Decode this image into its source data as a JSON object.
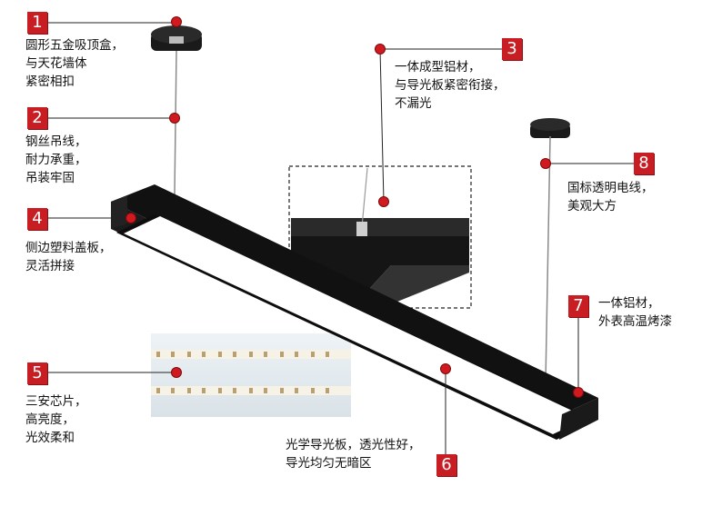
{
  "callouts": [
    {
      "num": "1",
      "text": "圆形五金吸顶盒，\n与天花墙体\n紧密相扣"
    },
    {
      "num": "2",
      "text": "钢丝吊线，\n耐力承重，\n吊装牢固"
    },
    {
      "num": "3",
      "text": "一体成型铝材，\n与导光板紧密衔接，\n不漏光"
    },
    {
      "num": "4",
      "text": "侧边塑料盖板，\n灵活拼接"
    },
    {
      "num": "5",
      "text": "三安芯片，\n高亮度，\n光效柔和"
    },
    {
      "num": "6",
      "text": "光学导光板，透光性好，\n导光均匀无暗区"
    },
    {
      "num": "7",
      "text": "一体铝材，\n外表高温烤漆"
    },
    {
      "num": "8",
      "text": "国标透明电线，\n美观大方"
    }
  ],
  "colors": {
    "accent": "#c81e23",
    "lamp_body": "#141414",
    "diffuser": "#ffffff"
  }
}
